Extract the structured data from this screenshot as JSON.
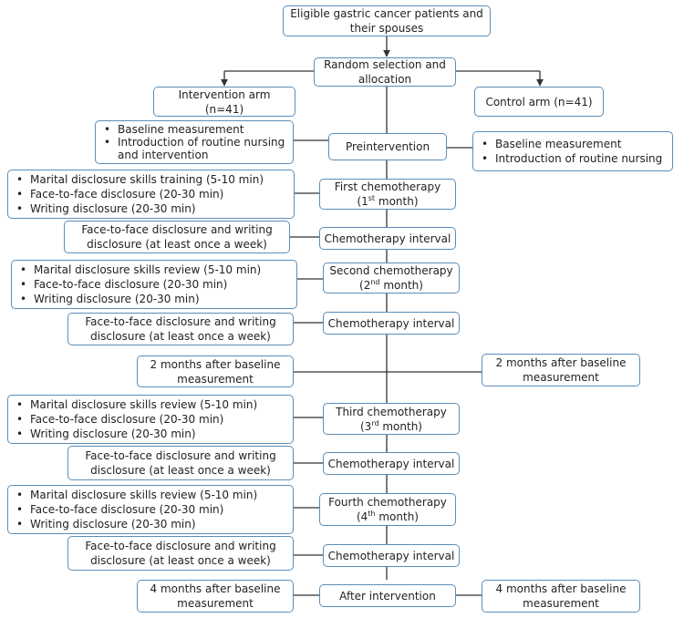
{
  "nodes": {
    "eligible": "Eligible gastric cancer patients and their spouses",
    "randomization": "Random selection and allocation",
    "intervention_arm": "Intervention arm (n=41)",
    "control_arm": "Control arm (n=41)",
    "pre_int_list": [
      "Baseline measurement",
      "Introduction of routine nursing and intervention"
    ],
    "preintervention": "Preintervention",
    "pre_ctrl_list": [
      "Baseline measurement",
      "Introduction of routine nursing"
    ],
    "chemo1_list": [
      "Marital disclosure skills training (5-10 min)",
      "Face-to-face disclosure (20-30 min)",
      "Writing disclosure (20-30 min)"
    ],
    "chemo1": {
      "title": "First chemotherapy",
      "pre": "(1",
      "sup": "st",
      "post": " month)"
    },
    "interval_text": "Face-to-face disclosure and writing disclosure (at least once a week)",
    "chemo_interval": "Chemotherapy interval",
    "chemo2_list": [
      "Marital disclosure skills review (5-10 min)",
      "Face-to-face disclosure (20-30 min)",
      "Writing disclosure (20-30 min)"
    ],
    "chemo2": {
      "title": "Second chemotherapy",
      "pre": "(2",
      "sup": "nd",
      "post": " month)"
    },
    "two_months": "2 months after baseline measurement",
    "chemo3_list": [
      "Marital disclosure skills review (5-10 min)",
      "Face-to-face disclosure (20-30 min)",
      "Writing disclosure (20-30 min)"
    ],
    "chemo3": {
      "title": "Third chemotherapy",
      "pre": "(3",
      "sup": "rd",
      "post": " month)"
    },
    "chemo4_list": [
      "Marital disclosure skills review (5-10 min)",
      "Face-to-face disclosure (20-30 min)",
      "Writing disclosure (20-30 min)"
    ],
    "chemo4": {
      "title": "Fourth chemotherapy",
      "pre": "(4",
      "sup": "th",
      "post": " month)"
    },
    "four_months": "4 months after baseline measurement",
    "after_intervention": "After intervention"
  },
  "colors": {
    "box_border": "#5b8db8",
    "line": "#333333",
    "text": "#222222"
  }
}
